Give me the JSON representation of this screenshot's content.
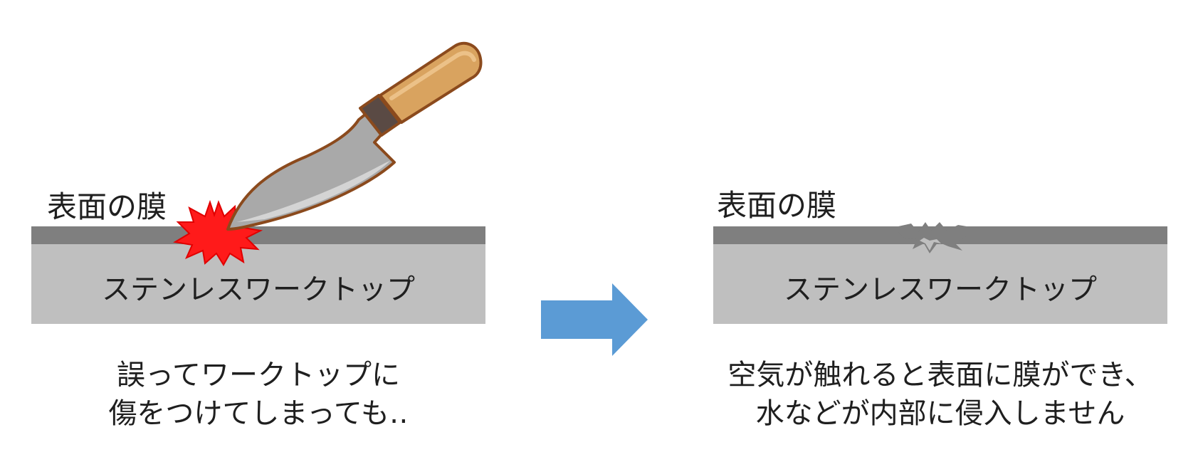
{
  "left_panel": {
    "film_label": "表面の膜",
    "worktop_label": "ステンレスワークトップ",
    "caption_line1": "誤ってワークトップに",
    "caption_line2": "傷をつけてしまっても‥",
    "icons": [
      "knife-icon",
      "impact-burst-icon"
    ]
  },
  "arrow": {
    "icon": "right-arrow-icon",
    "color": "#5b9bd5"
  },
  "right_panel": {
    "film_label": "表面の膜",
    "worktop_label": "ステンレスワークトップ",
    "caption_line1": "空気が触れると表面に膜ができ、",
    "caption_line2": "水などが内部に侵入しません",
    "icons": [
      "repaired-crack-icon"
    ]
  },
  "colors": {
    "film": "#7f7f7f",
    "worktop": "#bfbfbf",
    "impact": "#ff0000",
    "blade": "#a6a6a6",
    "handle": "#d9a35f",
    "outline": "#8b4a1d"
  }
}
